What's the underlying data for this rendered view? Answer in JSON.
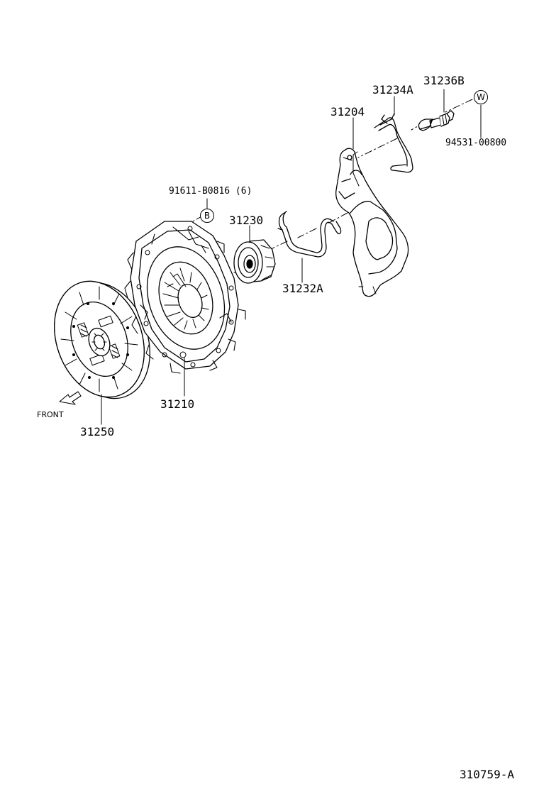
{
  "parts": {
    "fork": "31204",
    "spring_clip": "31234A",
    "pivot_bolt": "31236B",
    "grease": "94531-00800",
    "cover_bolt": "91611-B0816 (6)",
    "release_bearing": "31230",
    "bearing_clip": "31232A",
    "clutch_cover": "31210",
    "clutch_disc": "31250"
  },
  "callouts": {
    "w": "W",
    "b": "B"
  },
  "front_label": "FRONT",
  "figure_id": "310759-A"
}
